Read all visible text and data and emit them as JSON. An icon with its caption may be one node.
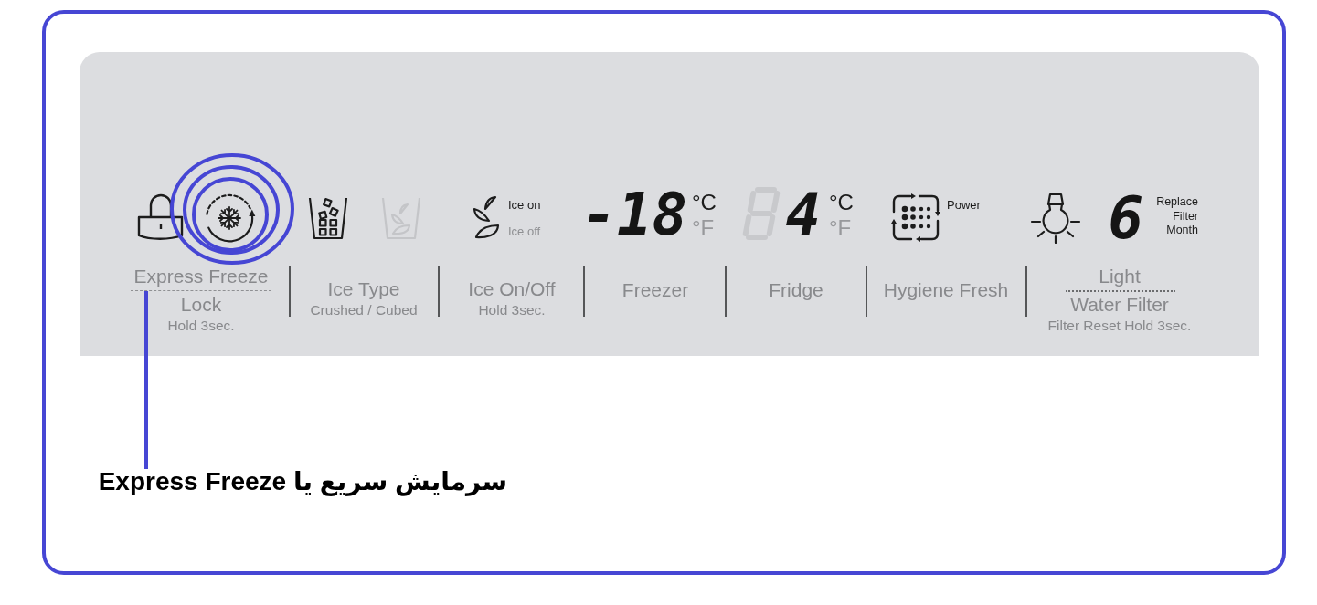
{
  "diagram": {
    "nodes": [
      {
        "text": [
          "Express Freeze"
        ]
      },
      {
        "text": [
          "سرمایش سریع یا Express Freeze"
        ]
      }
    ],
    "edges": [
      {
        "from": 1,
        "to": 0,
        "arrow": "none"
      }
    ],
    "labels": [
      "Ice on",
      "Ice off",
      "-18",
      "°C",
      "°F",
      "4",
      "°C",
      "°F",
      "Power",
      "6",
      "Replace Filter Month",
      "Lock",
      "Hold 3sec.",
      "Ice Type",
      "Crushed / Cubed",
      "Ice On/Off",
      "Hold 3sec.",
      "Freezer",
      "Fridge",
      "Hygiene Fresh",
      "Light",
      "Water Filter",
      "Filter Reset Hold 3sec."
    ]
  }
}
